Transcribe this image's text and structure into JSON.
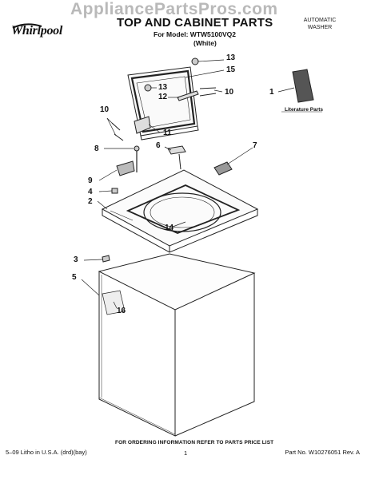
{
  "header": {
    "watermark": "AppliancePartsPros.com",
    "brand": "Whirlpool",
    "title": "TOP AND CABINET PARTS",
    "model_line": "For Model: WTW5100VQ2",
    "color_line": "(White)",
    "doc_type_line1": "AUTOMATIC",
    "doc_type_line2": "WASHER"
  },
  "diagram": {
    "literature_label": "Literature Parts",
    "callouts": {
      "c13a": "13",
      "c15": "15",
      "c13b": "13",
      "c12": "12",
      "c10a": "10",
      "c10b": "10",
      "c1": "1",
      "c11": "11",
      "c6": "6",
      "c8": "8",
      "c7": "7",
      "c9": "9",
      "c4": "4",
      "c2": "2",
      "c14": "14",
      "c3": "3",
      "c5": "5",
      "c16": "16"
    }
  },
  "footer": {
    "ordering_note": "FOR ORDERING INFORMATION REFER TO PARTS PRICE LIST",
    "litho": "5–09 Litho in U.S.A. (drd)(bay)",
    "page": "1",
    "part_no": "Part No. W10276051 Rev. A"
  }
}
